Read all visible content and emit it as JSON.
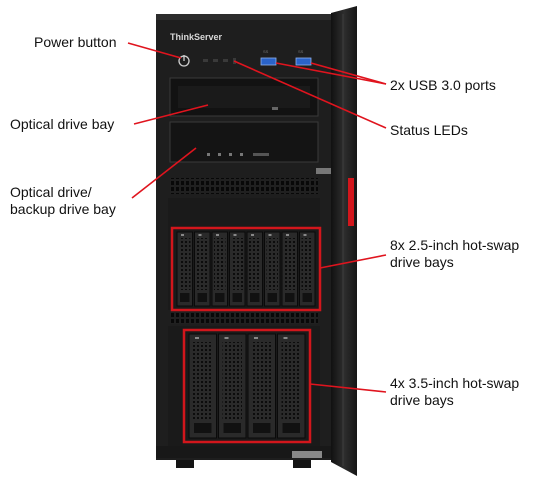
{
  "brand": {
    "logo_text": "ThinkServer"
  },
  "colors": {
    "callout": "#e0141e",
    "chassis": "#1e1e1e",
    "bezel": "#262626",
    "highlight": "#d2161c",
    "usb": "#2a63c9"
  },
  "callouts": {
    "power_button": "Power button",
    "optical_drive_bay": "Optical drive bay",
    "optical_backup_line1": "Optical drive/",
    "optical_backup_line2": "backup drive bay",
    "usb_ports": "2x USB 3.0 ports",
    "status_leds": "Status LEDs",
    "hotswap_25_line1": "8x 2.5-inch hot-swap",
    "hotswap_25_line2": "drive bays",
    "hotswap_35_line1": "4x 3.5-inch hot-swap",
    "hotswap_35_line2": "drive bays"
  },
  "drive_bays": {
    "small_count": 8,
    "large_count": 4
  }
}
